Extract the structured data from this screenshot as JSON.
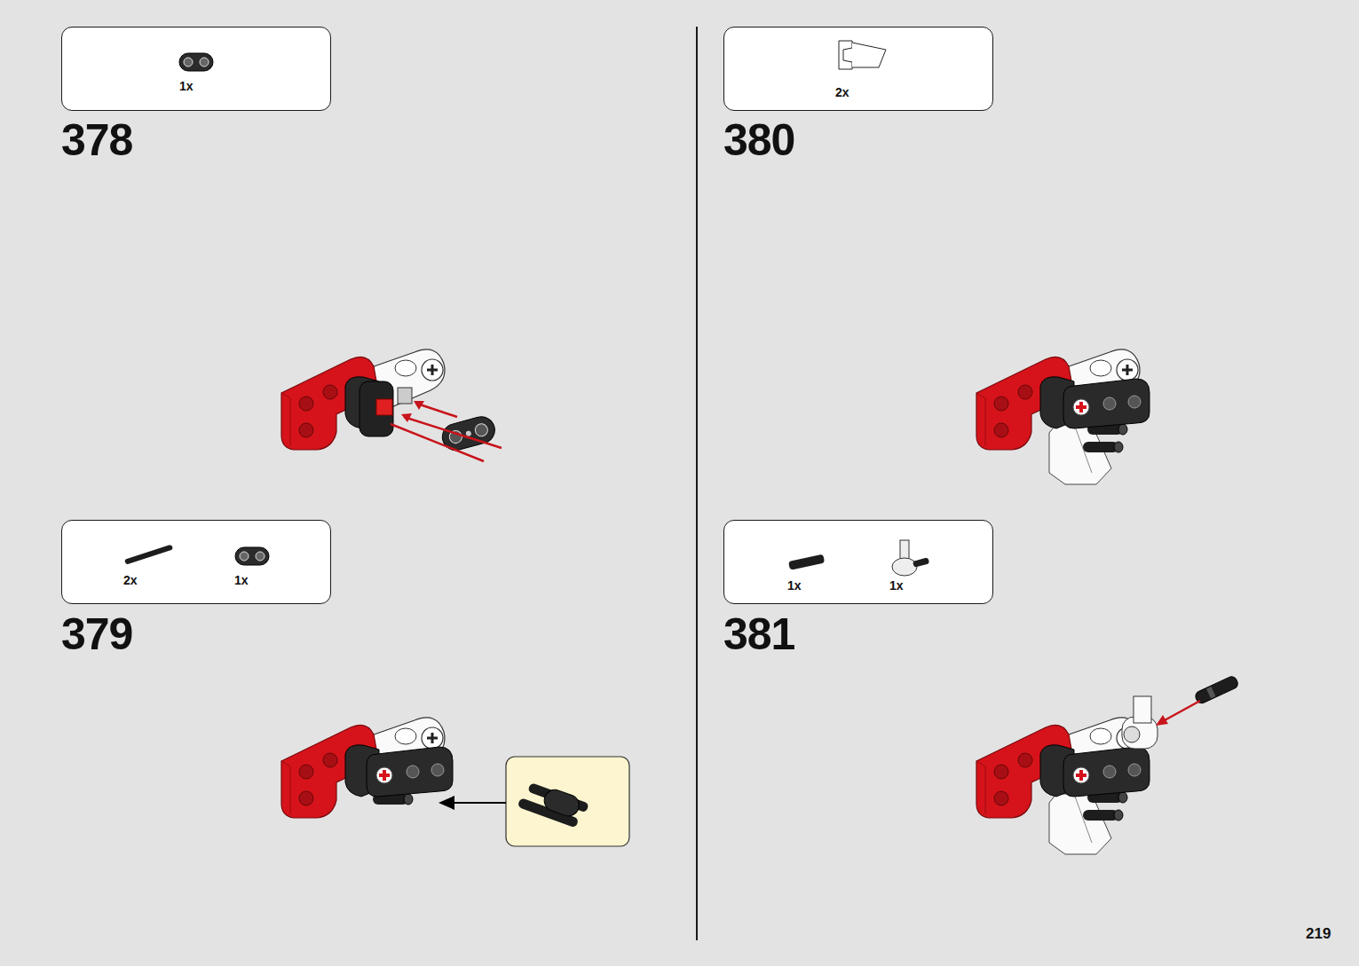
{
  "diagram": {
    "nodes": [
      {
        "text": [
          "1x"
        ]
      },
      {
        "text": [
          "2x",
          "1x"
        ]
      },
      {
        "text": [
          "2x"
        ]
      },
      {
        "text": [
          "1x",
          "1x"
        ]
      }
    ],
    "labels": [
      "378",
      "379",
      "380",
      "381",
      "219"
    ]
  }
}
